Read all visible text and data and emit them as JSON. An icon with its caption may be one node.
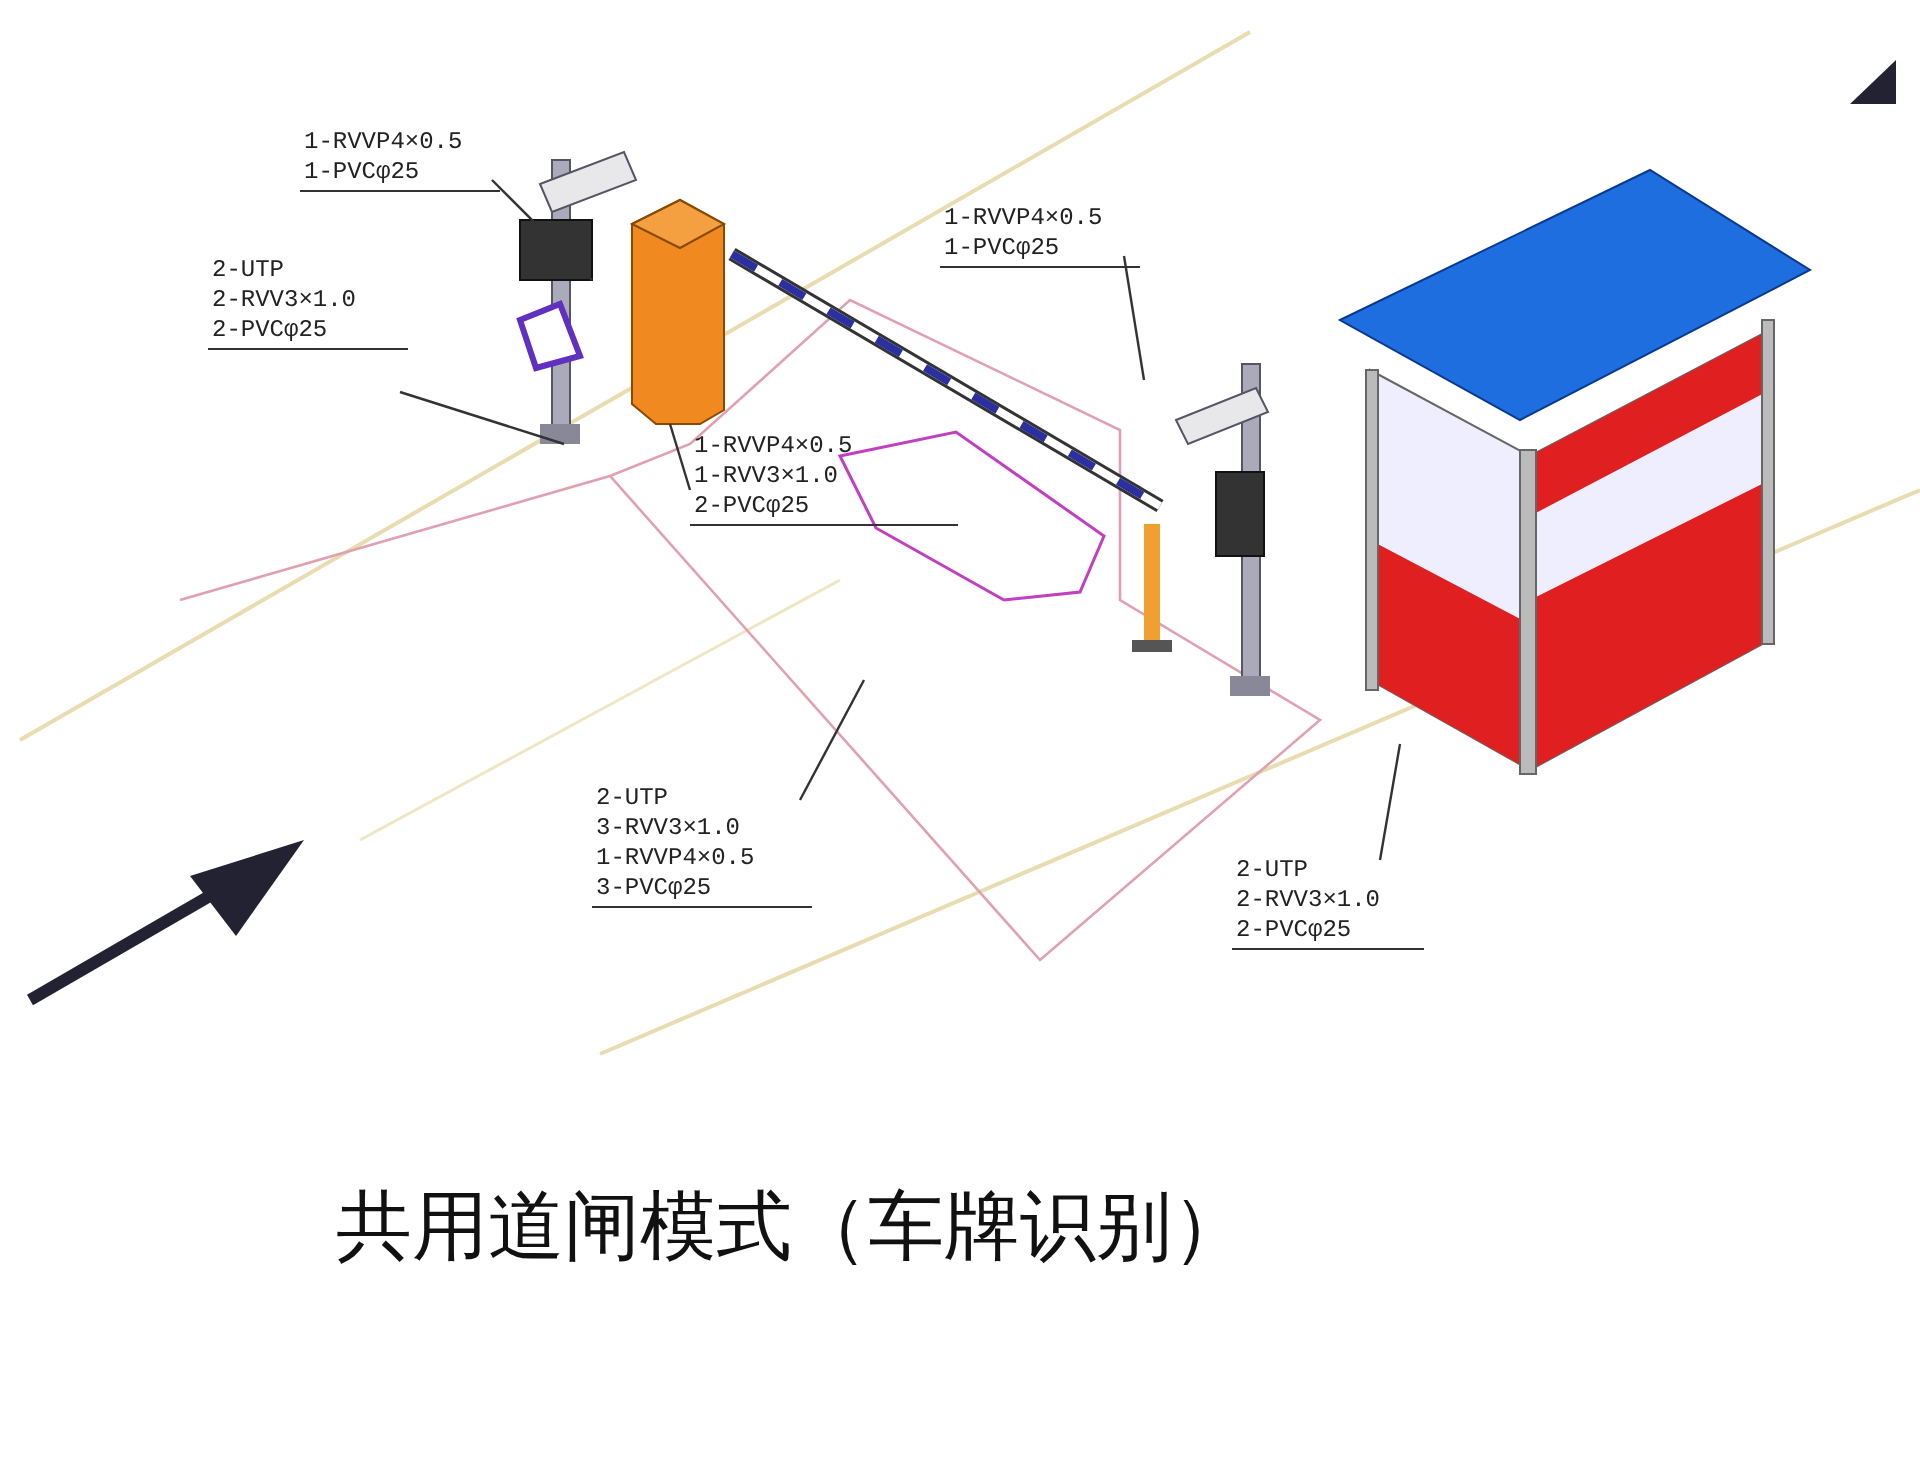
{
  "diagram": {
    "caption": "共用道闸模式（车牌识别）",
    "nodes": [
      {
        "text": [
          "1-RVVP4×0.5",
          "1-PVCφ25"
        ]
      },
      {
        "text": [
          "2-UTP",
          "2-RVV3×1.0",
          "2-PVCφ25"
        ]
      },
      {
        "text": [
          "1-RVVP4×0.5",
          "1-RVV3×1.0",
          "2-PVCφ25"
        ]
      },
      {
        "text": [
          "1-RVVP4×0.5",
          "1-PVCφ25"
        ]
      },
      {
        "text": [
          "2-UTP",
          "3-RVV3×1.0",
          "1-RVVP4×0.5",
          "3-PVCφ25"
        ]
      },
      {
        "text": [
          "2-UTP",
          "2-RVV3×1.0",
          "2-PVCφ25"
        ]
      },
      {
        "text": [],
        "shape": "picture"
      },
      {
        "text": [],
        "shape": "picture"
      },
      {
        "text": [],
        "shape": "picture"
      },
      {
        "text": [],
        "shape": "picture"
      }
    ],
    "edges": [
      {
        "from": 0,
        "to": 6,
        "arrow": "none"
      },
      {
        "from": 1,
        "to": 6,
        "arrow": "none"
      },
      {
        "from": 2,
        "to": 7,
        "arrow": "none"
      },
      {
        "from": 3,
        "to": null,
        "arrow": "none"
      },
      {
        "from": 4,
        "to": null,
        "arrow": "none"
      },
      {
        "from": 5,
        "to": 9,
        "arrow": "none"
      }
    ]
  }
}
